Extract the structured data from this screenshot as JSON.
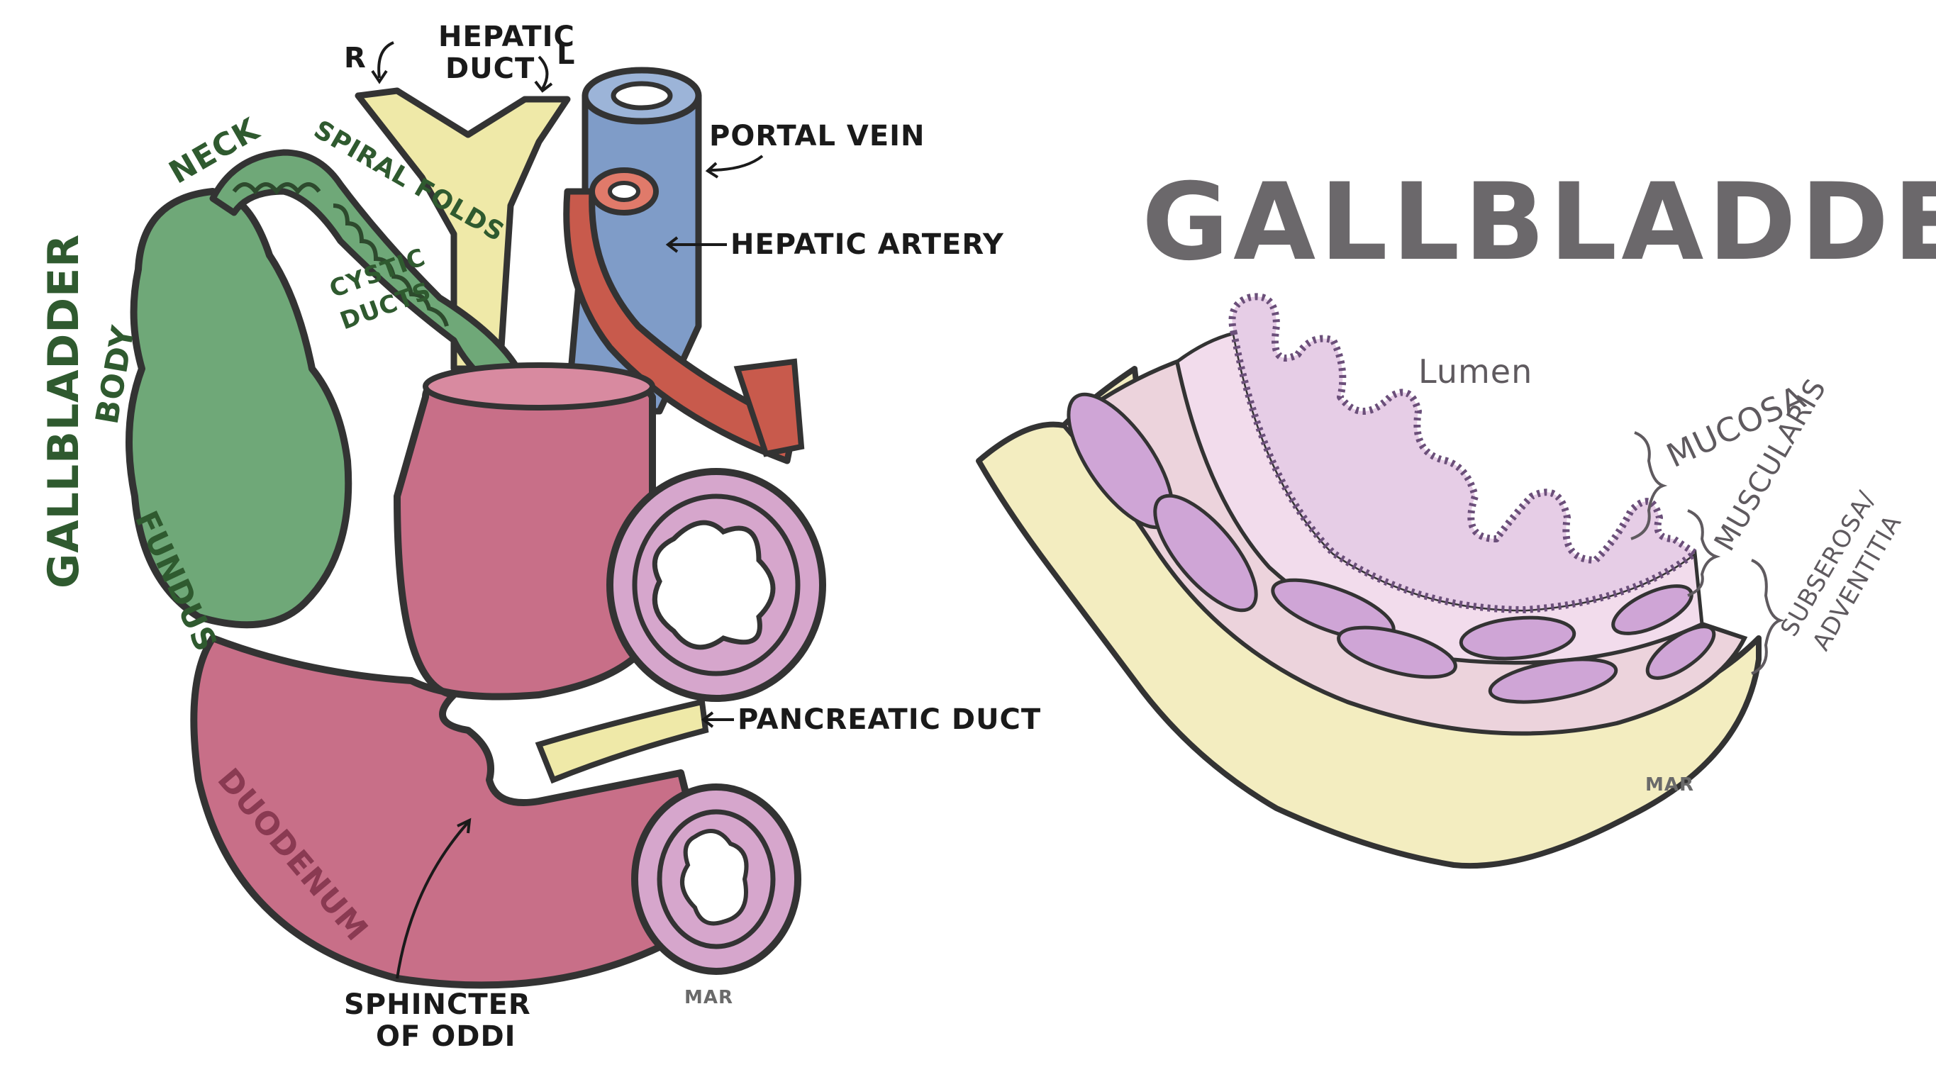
{
  "title": "GALLBLADDER",
  "colors": {
    "gallbladder_green": "#6fa878",
    "duodenum_pink": "#c86f88",
    "bile_duct_yellow": "#efe9a8",
    "portal_vein_blue": "#7f9cc8",
    "hepatic_artery_red": "#c85a4c",
    "mucosa_purple": "#b98fc4",
    "fat_yellow": "#f3edc0",
    "outline": "#333333"
  },
  "anatomy": {
    "labels": {
      "right": "R",
      "left": "L",
      "hepatic_duct": "HEPATIC DUCT",
      "portal_vein": "PORTAL VEIN",
      "hepatic_artery": "HEPATIC ARTERY",
      "neck": "NECK",
      "spiral_folds": "SPIRAL FOLDS",
      "cystic_ducts": "CYSTIC DUCTS",
      "gallbladder": "GALLBLADDER",
      "body": "BODY",
      "fundus": "FUNDUS",
      "pancreatic_duct": "PANCREATIC DUCT",
      "duodenum": "DUODENUM",
      "sphincter": "SPHINCTER OF ODDI",
      "signature": "MAR"
    }
  },
  "histology": {
    "labels": {
      "lumen": "Lumen",
      "mucosa": "MUCOSA",
      "muscularis": "MUSCULARIS",
      "subserosa": "SUBSEROSA/ ADVENTITIA",
      "signature": "MAR"
    }
  }
}
